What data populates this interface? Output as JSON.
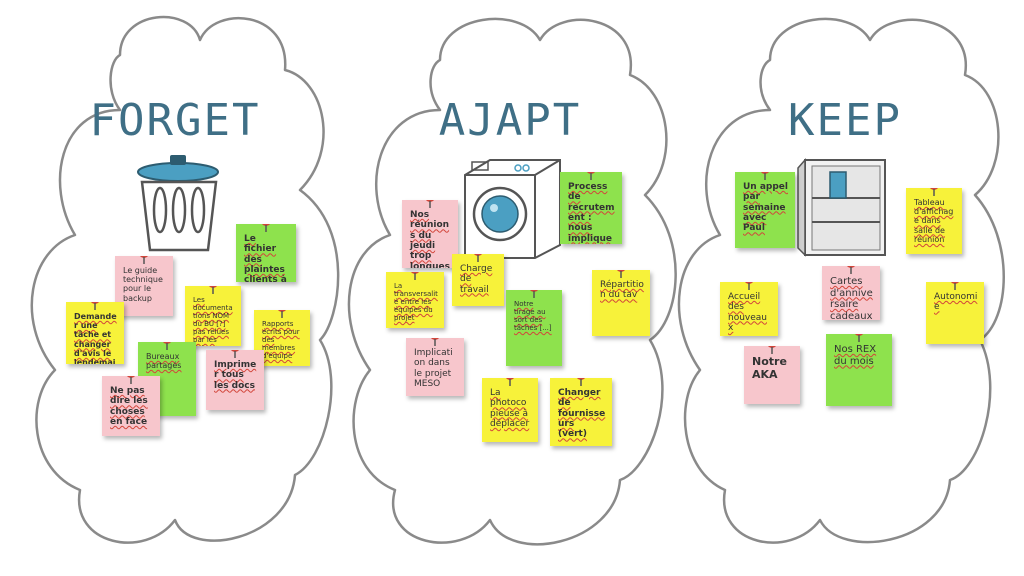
{
  "columns": {
    "forget": {
      "title": "FORGET",
      "notes": [
        {
          "text": "Le guide technique pour le backup",
          "color": "pink"
        },
        {
          "text": "Le fichier des plaintes clients à maintenir",
          "color": "green"
        },
        {
          "text": "Les documentations NOM du BU [?] pas relues par les autres",
          "color": "yellow"
        },
        {
          "text": "Demander une tâche et changer d'avis le lendemain",
          "color": "yellow"
        },
        {
          "text": "Bureaux partagés",
          "color": "green"
        },
        {
          "text": "Rapports écrits pour des membres d'équipe",
          "color": "yellow"
        },
        {
          "text": "Imprimer tous les docs",
          "color": "pink"
        },
        {
          "text": "Ne pas dire les choses en face",
          "color": "pink"
        }
      ]
    },
    "adapt": {
      "title": "AJAPT",
      "notes": [
        {
          "text": "Process de recrutement : nous impliquer plus",
          "color": "green"
        },
        {
          "text": "Nos réunions du jeudi trop longues",
          "color": "pink"
        },
        {
          "text": "Charge de travail",
          "color": "yellow"
        },
        {
          "text": "La transversalité entre les équipes du projet",
          "color": "yellow"
        },
        {
          "text": "Notre tirage au sort des tâches [...] ",
          "color": "green"
        },
        {
          "text": "Répartition du tav",
          "color": "yellow"
        },
        {
          "text": "Implication dans le projet MESO",
          "color": "pink"
        },
        {
          "text": "La photocopieuse à déplacer",
          "color": "yellow"
        },
        {
          "text": "Changer de fournisseurs (vert)",
          "color": "yellow"
        }
      ]
    },
    "keep": {
      "title": "KEEP",
      "notes": [
        {
          "text": "Un appel par semaine avec Paul",
          "color": "green"
        },
        {
          "text": "Tableau d'affichage dans salle de réunion",
          "color": "yellow"
        },
        {
          "text": "Cartes d'anniversaire cadeaux",
          "color": "pink"
        },
        {
          "text": "Accueil des nouveaux",
          "color": "yellow"
        },
        {
          "text": "Autonomie",
          "color": "yellow"
        },
        {
          "text": "Notre AKA",
          "color": "pink"
        },
        {
          "text": "Nos REX du mois",
          "color": "green"
        }
      ]
    }
  },
  "colors": {
    "yellow": "#f7f23a",
    "green": "#8ee24d",
    "pink": "#f7c6cc",
    "accent": "#3f6f86",
    "pin": "#d2453a"
  },
  "icons": {
    "forget": "trash-can-icon",
    "adapt": "washing-machine-icon",
    "keep": "fridge-icon"
  }
}
